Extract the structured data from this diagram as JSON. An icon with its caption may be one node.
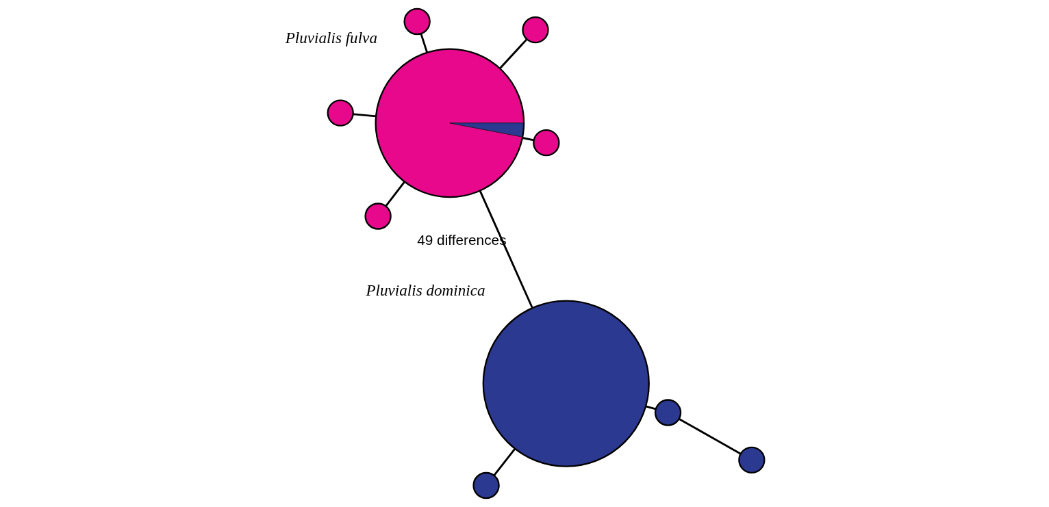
{
  "diagram": {
    "nodes": [
      {
        "text": [],
        "shape": "circle",
        "beside": [
          "Pluvialis fulva"
        ]
      },
      {
        "text": [],
        "shape": "circle"
      },
      {
        "text": [],
        "shape": "circle"
      },
      {
        "text": [],
        "shape": "circle"
      },
      {
        "text": [],
        "shape": "circle"
      },
      {
        "text": [],
        "shape": "circle"
      },
      {
        "text": [],
        "shape": "circle",
        "beside": [
          "Pluvialis dominica"
        ]
      },
      {
        "text": [],
        "shape": "circle"
      },
      {
        "text": [],
        "shape": "circle"
      },
      {
        "text": [],
        "shape": "circle"
      }
    ],
    "edges": [
      {
        "from": 0,
        "to": 1,
        "arrow": "none"
      },
      {
        "from": 0,
        "to": 2,
        "arrow": "none"
      },
      {
        "from": 0,
        "to": 3,
        "arrow": "none"
      },
      {
        "from": 0,
        "to": 4,
        "arrow": "none"
      },
      {
        "from": 0,
        "to": 5,
        "arrow": "none"
      },
      {
        "from": 0,
        "to": 6,
        "arrow": "none",
        "label": "49 differences"
      },
      {
        "from": 6,
        "to": 8,
        "arrow": "none"
      },
      {
        "from": 8,
        "to": 7,
        "arrow": "none"
      },
      {
        "from": 6,
        "to": 9,
        "arrow": "none"
      }
    ]
  }
}
